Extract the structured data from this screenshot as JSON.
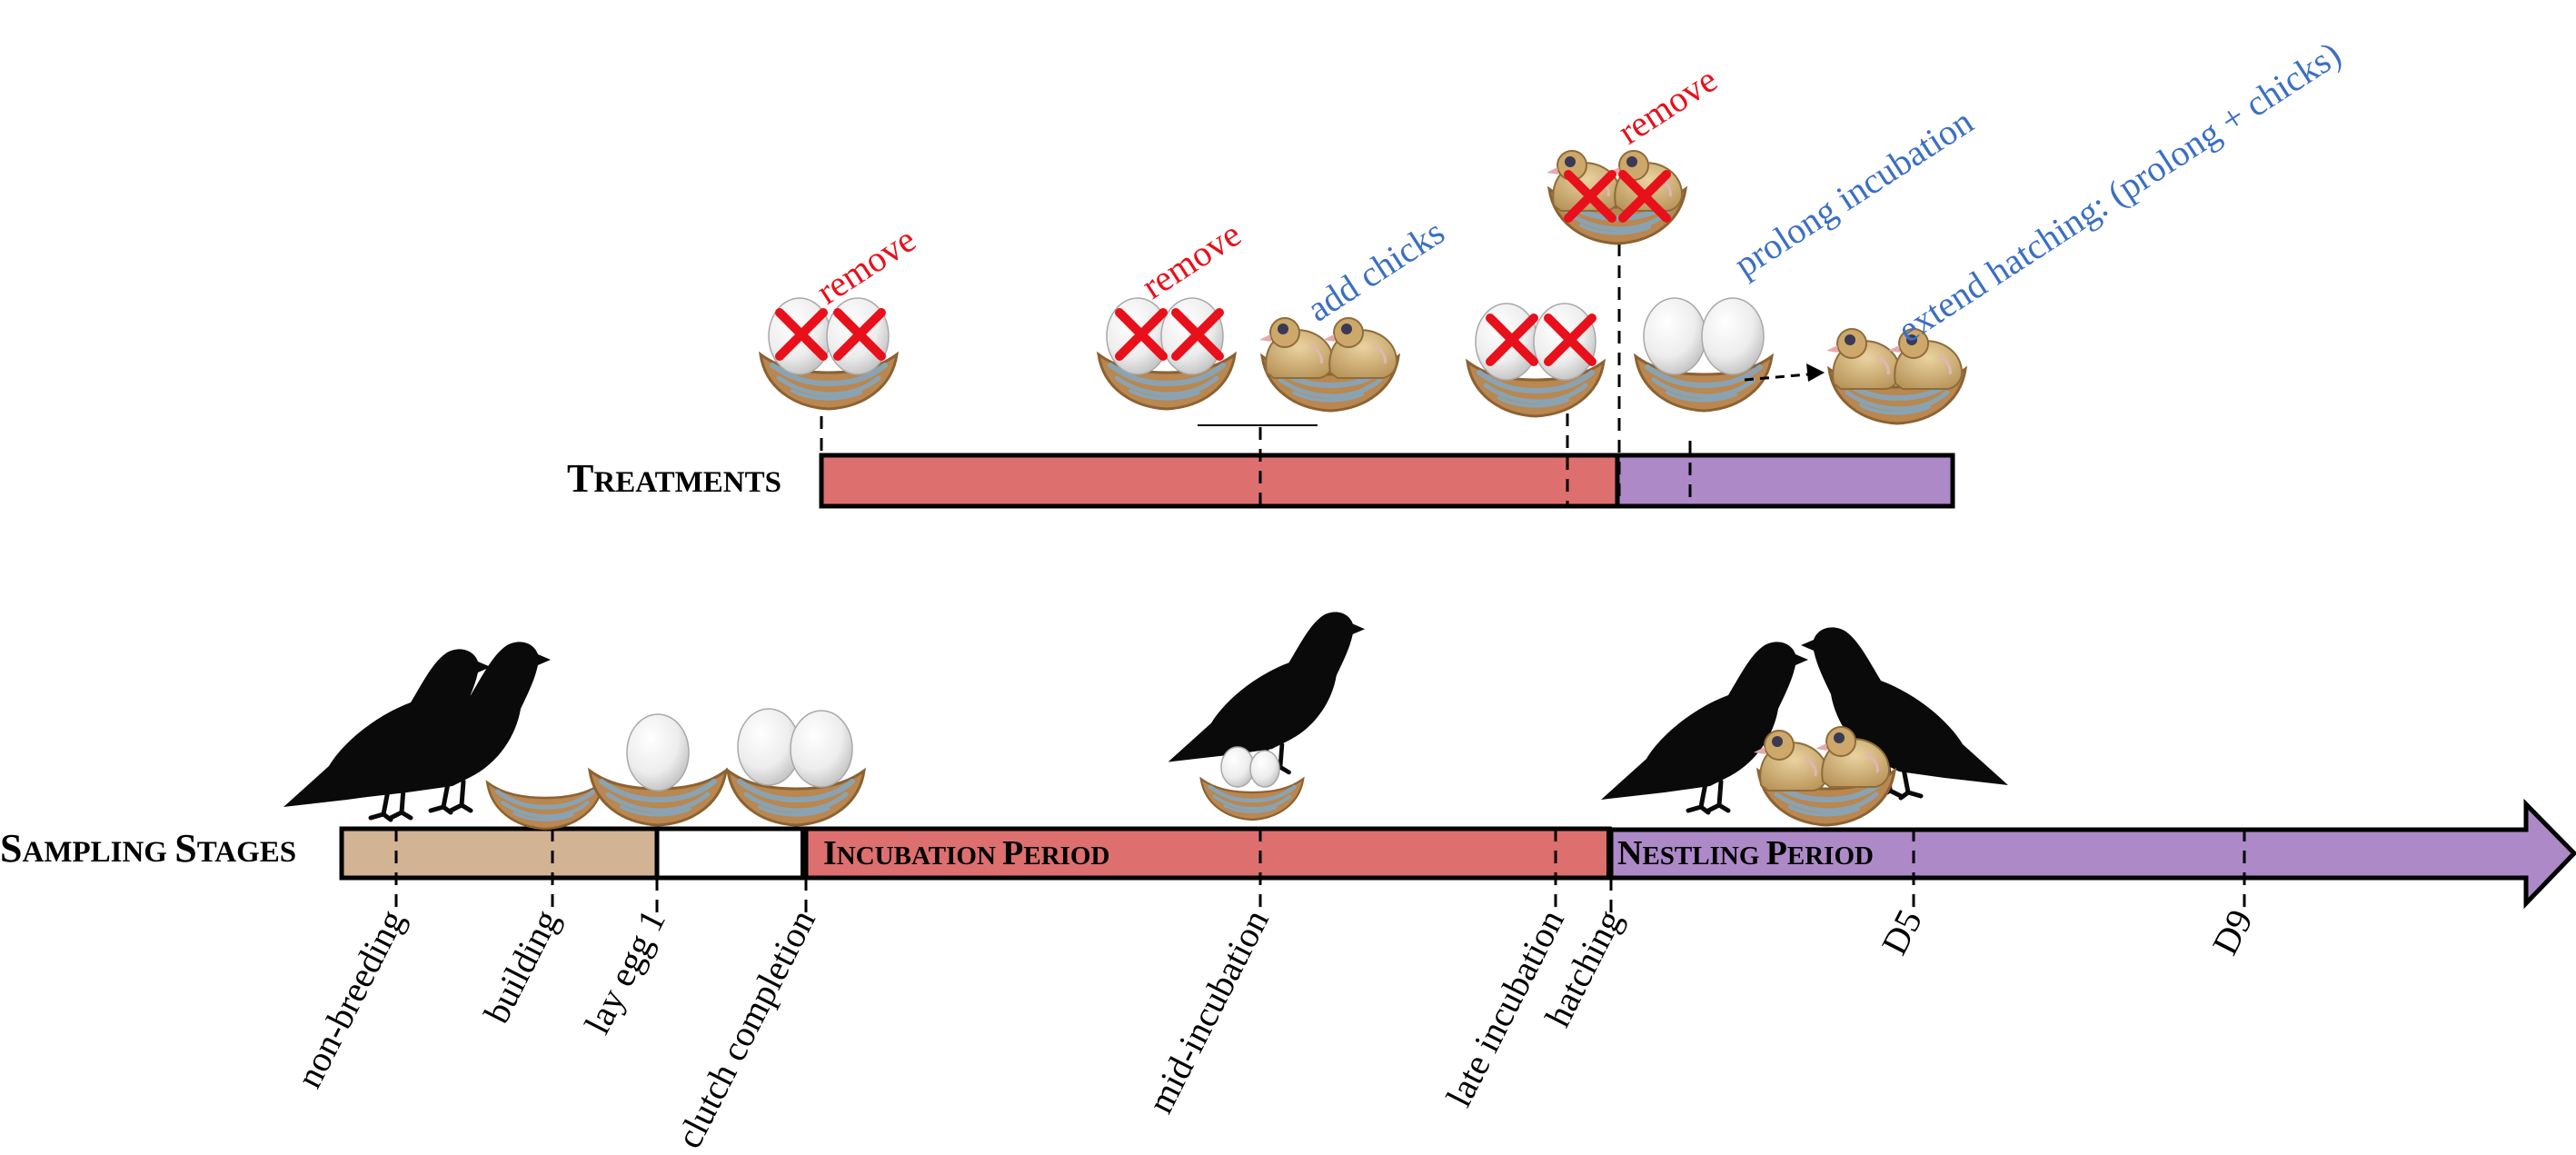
{
  "treatments": {
    "label_first": "T",
    "label_rest": "REATMENTS",
    "annotations": [
      {
        "id": "remove1",
        "text": "remove"
      },
      {
        "id": "remove2",
        "text": "remove"
      },
      {
        "id": "add",
        "text": "add chicks"
      },
      {
        "id": "remove3",
        "text": "remove"
      },
      {
        "id": "prolong",
        "text": "prolong incubation"
      },
      {
        "id": "extend",
        "text": "extend hatching: (prolong + chicks)"
      }
    ]
  },
  "sampling": {
    "label_first_1": "S",
    "label_rest_1": "AMPLING ",
    "label_first_2": "S",
    "label_rest_2": "TAGES"
  },
  "periods": {
    "incubation": {
      "first1": "I",
      "rest1": "NCUBATION ",
      "first2": "P",
      "rest2": "ERIOD"
    },
    "nestling": {
      "first1": "N",
      "rest1": "ESTLING ",
      "first2": "P",
      "rest2": "ERIOD"
    }
  },
  "stages": [
    {
      "label": "non-breeding"
    },
    {
      "label": "building"
    },
    {
      "label": "lay egg 1"
    },
    {
      "label": "clutch completion"
    },
    {
      "label": "mid-incubation"
    },
    {
      "label": "late incubation"
    },
    {
      "label": "hatching"
    },
    {
      "label": "D5"
    },
    {
      "label": "D9"
    }
  ],
  "colors": {
    "remove_text": "#e8101a",
    "blue_text": "#3a6fc4",
    "cross": "#e8101a",
    "incubation_fill": "#dd6f6f",
    "nestling_fill": "#ad89c7",
    "nonbreeding_fill": "#d2b394",
    "nest": "#b9874f",
    "nest_lining": "#8aa3b3",
    "chick": "#d8b77a",
    "bird": "#0a0a0a"
  },
  "icons": [
    "nest-icon",
    "egg-icon",
    "chick-icon",
    "pigeon-silhouette-icon",
    "cross-icon",
    "arrow-icon"
  ]
}
